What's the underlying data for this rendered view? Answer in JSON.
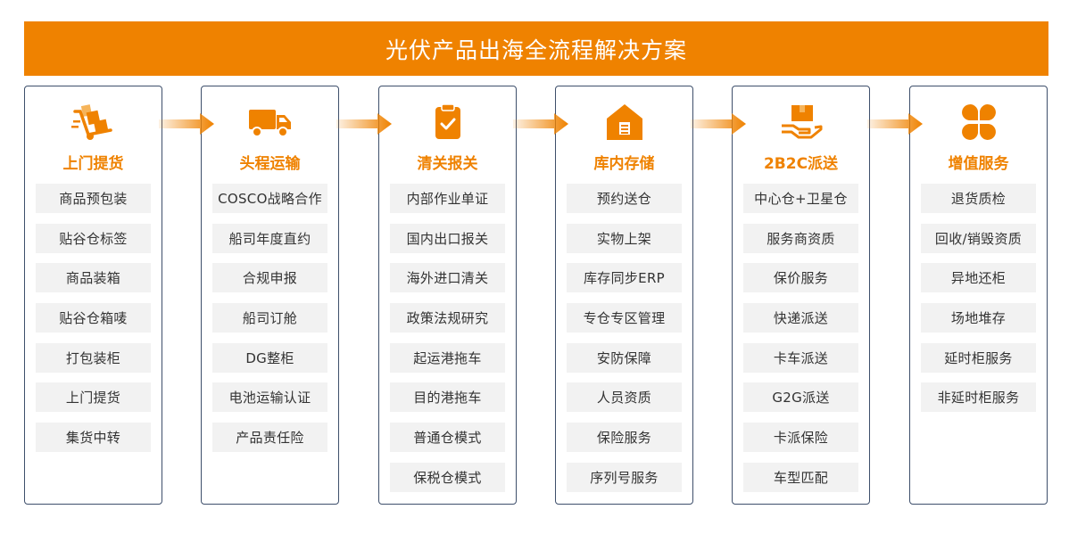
{
  "title": "光伏产品出海全流程解决方案",
  "colors": {
    "accent": "#ef8200",
    "border": "#3e4f6b",
    "item_bg": "#f2f2f2"
  },
  "columns": [
    {
      "title": "上门提货",
      "icon": "hand-truck-icon",
      "items": [
        "商品预包装",
        "贴谷仓标签",
        "商品装箱",
        "贴谷仓箱唛",
        "打包装柜",
        "上门提货",
        "集货中转"
      ]
    },
    {
      "title": "头程运输",
      "icon": "truck-icon",
      "items": [
        "COSCO战略合作",
        "船司年度直约",
        "合规申报",
        "船司订舱",
        "DG整柜",
        "电池运输认证",
        "产品责任险"
      ]
    },
    {
      "title": "清关报关",
      "icon": "clipboard-check-icon",
      "items": [
        "内部作业单证",
        "国内出口报关",
        "海外进口清关",
        "政策法规研究",
        "起运港拖车",
        "目的港拖车",
        "普通仓模式",
        "保税仓模式"
      ]
    },
    {
      "title": "库内存储",
      "icon": "warehouse-icon",
      "items": [
        "预约送仓",
        "实物上架",
        "库存同步ERP",
        "专仓专区管理",
        "安防保障",
        "人员资质",
        "保险服务",
        "序列号服务"
      ]
    },
    {
      "title": "2B2C派送",
      "icon": "hand-package-icon",
      "items": [
        "中心仓+卫星仓",
        "服务商资质",
        "保价服务",
        "快递派送",
        "卡车派送",
        "G2G派送",
        "卡派保险",
        "车型匹配"
      ]
    },
    {
      "title": "增值服务",
      "icon": "clover-icon",
      "items": [
        "退货质检",
        "回收/销毁资质",
        "异地还柜",
        "场地堆存",
        "延时柜服务",
        "非延时柜服务"
      ]
    }
  ]
}
